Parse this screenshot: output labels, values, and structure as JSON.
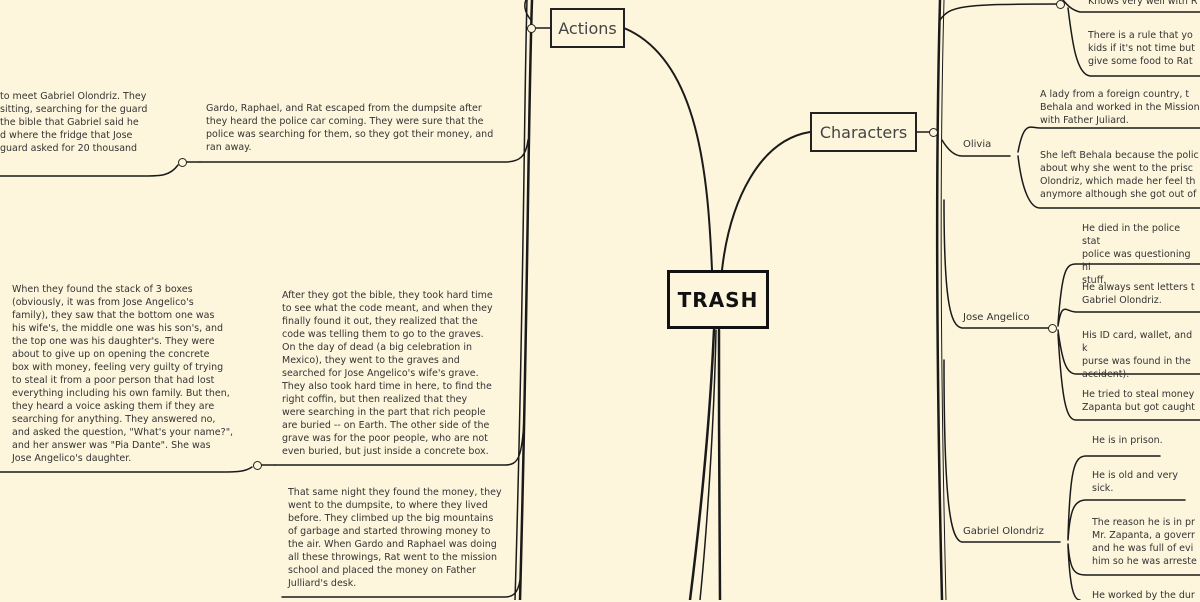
{
  "central": "TRASH",
  "branches": {
    "actions": "Actions",
    "characters": "Characters"
  },
  "actions_notes": {
    "gabriel_visit": "to meet Gabriel Olondriz. They\nsitting, searching for the guard\nthe bible that Gabriel said he\nd where the fridge that Jose\nguard asked for 20 thousand",
    "escape": "Gardo, Raphael, and Rat escaped from the dumpsite after\nthey heard the police car coming. They were sure that the\npolice was searching for them, so they got their money, and\nran away.",
    "boxes": "When they found the stack of 3 boxes\n(obviously, it was from Jose Angelico's\nfamily), they saw that the bottom one was\nhis wife's, the middle one was his son's, and\nthe top one was his daughter's. They were\nabout to give up on opening the concrete\nbox with money, feeling very guilty of trying\nto steal it from a poor person that had lost\neverything including his own family. But then,\nthey heard a voice asking them if they are\nsearching for anything. They answered no,\nand asked the question, \"What's your name?\",\nand her answer was \"Pia Dante\". She was\nJose Angelico's daughter.",
    "bible_code": "After they got the bible, they took hard time\nto see what the code meant, and when they\nfinally found it out, they realized that the\ncode was telling them to go to the graves.\nOn the day of dead (a big celebration in\nMexico), they went to the graves and\nsearched for Jose Angelico's wife's grave.\nThey also took hard time in here, to find the\nright coffin, but then realized that they\nwere searching in the part that rich people\nare buried -- on Earth. The other side of the\ngrave was for the poor people, who are not\neven buried, but just inside a concrete box.",
    "money_night": "That same night they found the money, they\nwent to the dumpsite, to where they lived\nbefore. They climbed up the big mountains\nof garbage and started throwing money to\nthe air. When Gardo and Raphael was doing\nall these throwings, Rat went to the mission\nschool and placed the money on Father\nJulliard's desk."
  },
  "characters": {
    "top_notes": [
      "Knows very well with R",
      "There is a rule that yo\nkids if it's not time but\ngive some food to Rat"
    ],
    "olivia": {
      "name": "Olivia",
      "notes": [
        "A lady from a foreign country, t\nBehala and worked in the Mission\nwith Father Juliard.",
        "She left Behala because the polic\nabout why she went to the prisc\nOlondriz, which made her feel th\nanymore although she got out of"
      ]
    },
    "jose": {
      "name": "Jose Angelico",
      "notes": [
        "He died in the police stat\npolice was questioning hi\nstuff.",
        "He always sent letters t\nGabriel Olondriz.",
        "His ID card, wallet, and k\npurse was found in the\naccident).",
        "He tried to steal money\nZapanta but got caught"
      ]
    },
    "gabriel": {
      "name": "Gabriel Olondriz",
      "notes": [
        "He is in prison.",
        "He is old and very\nsick.",
        "The reason he is in pr\nMr. Zapanta, a goverr\nand he was full of evi\nhim so he was arreste",
        "He worked by the dur"
      ]
    }
  }
}
